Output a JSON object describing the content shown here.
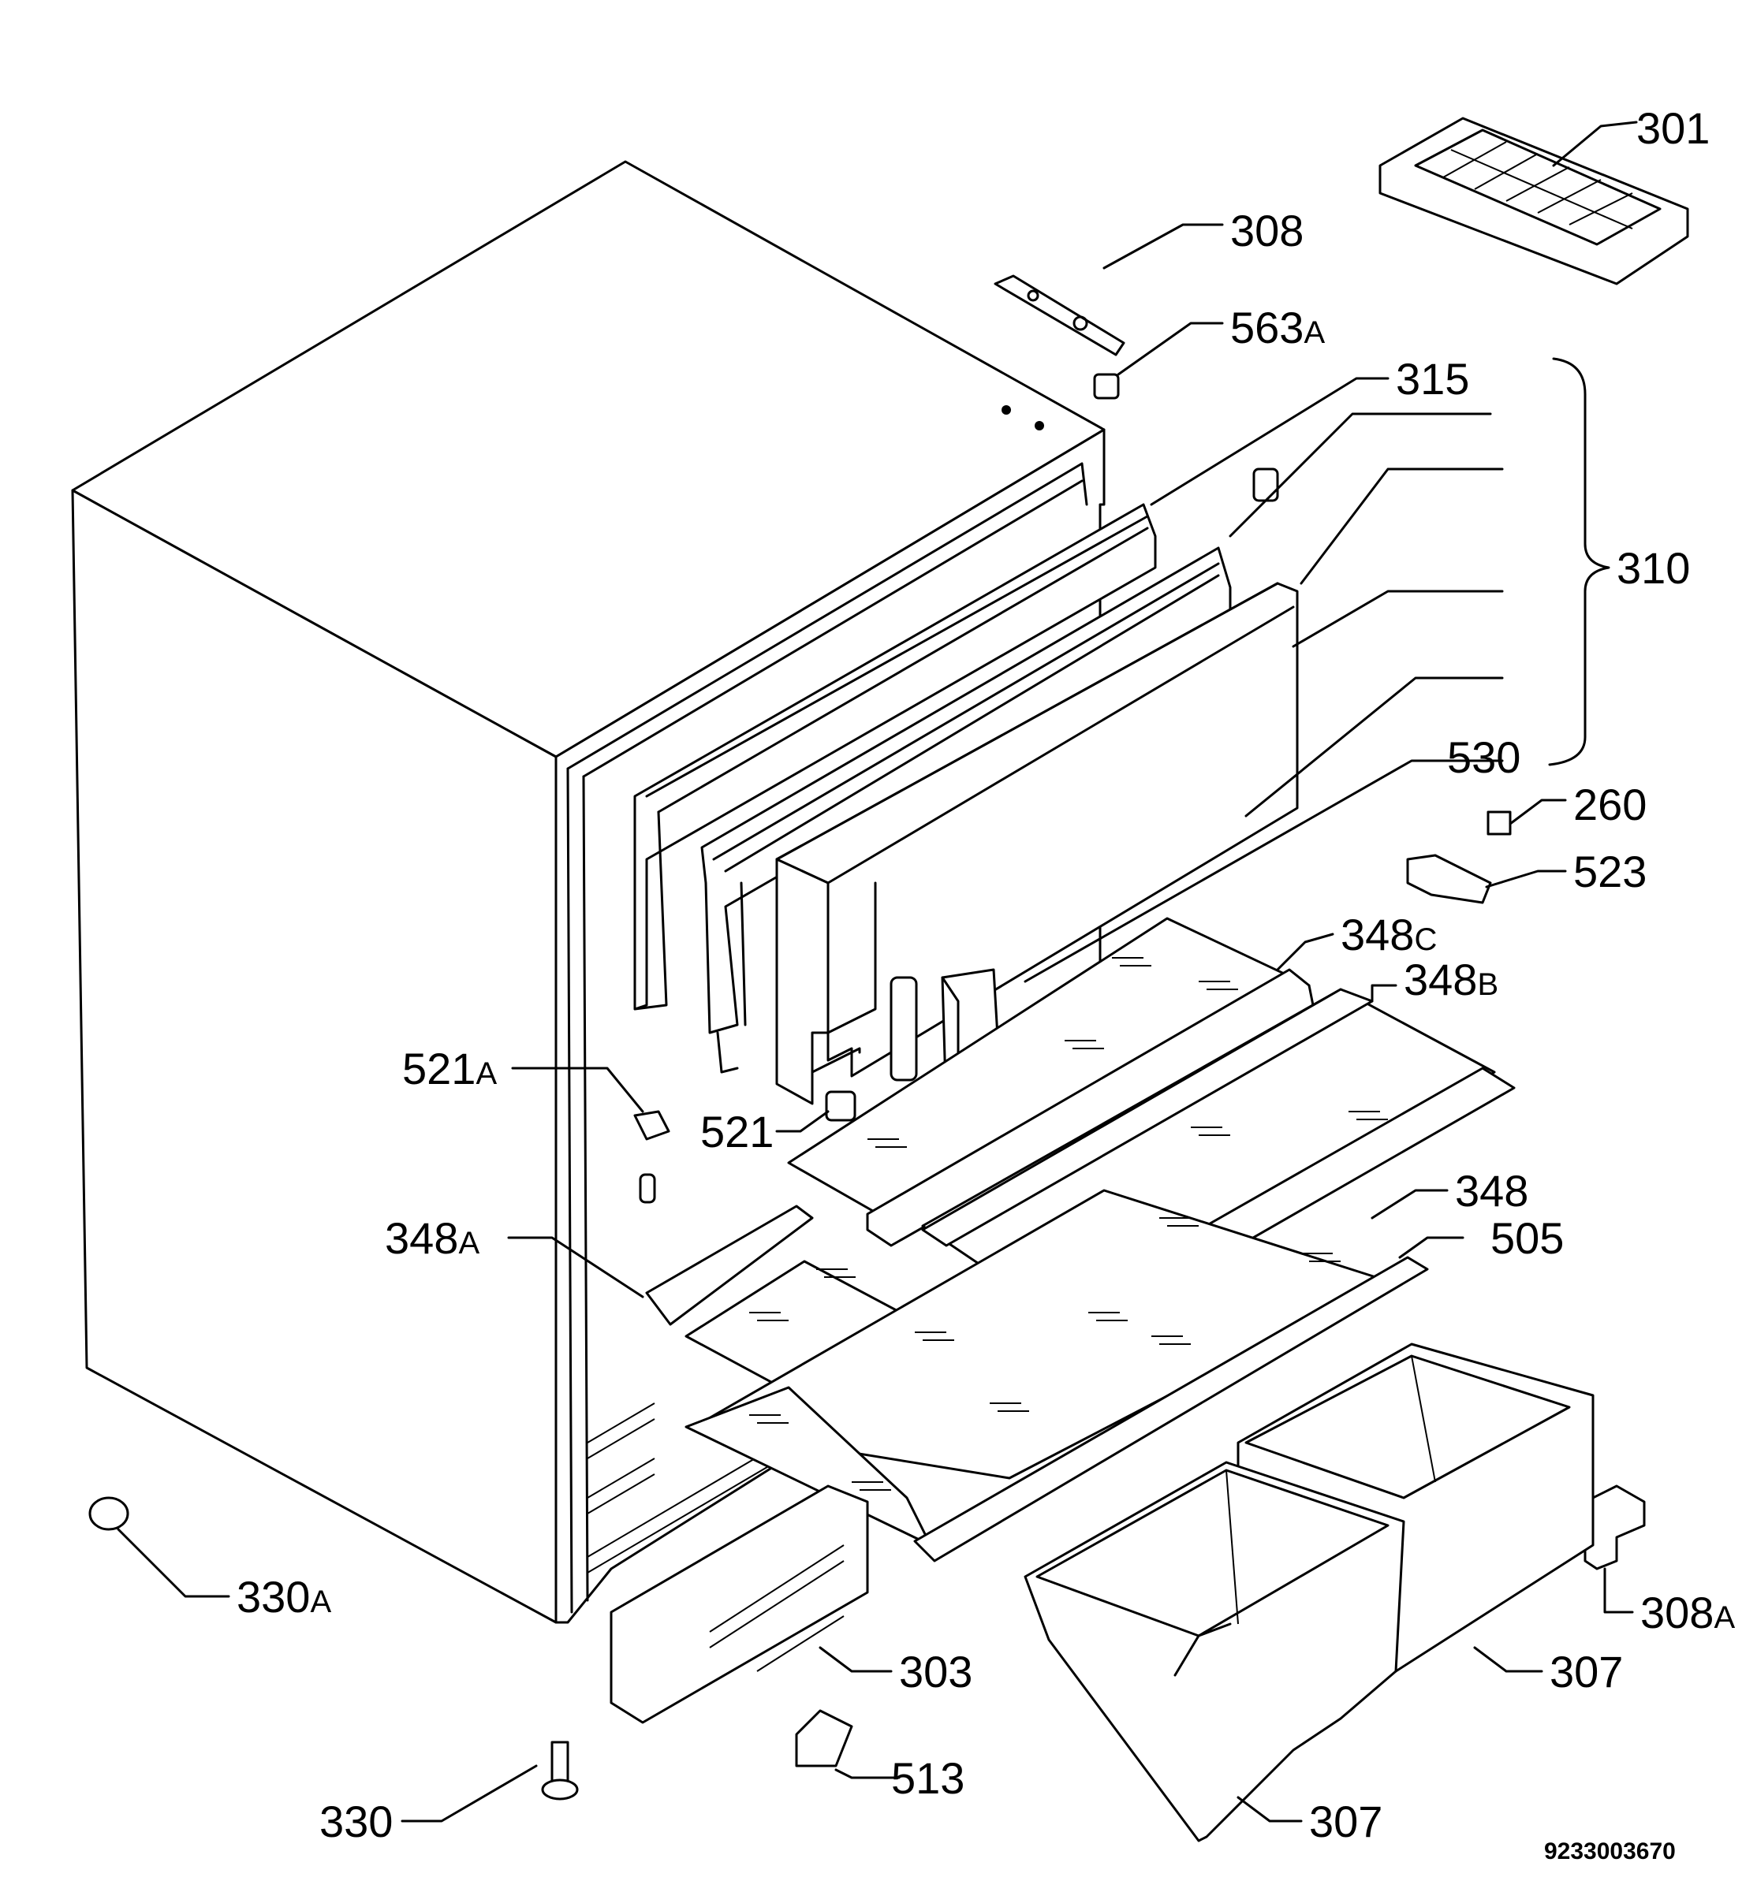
{
  "document_id": "9233003670",
  "callouts": [
    {
      "id": "c301",
      "num": "301",
      "suffix": ""
    },
    {
      "id": "c308",
      "num": "308",
      "suffix": ""
    },
    {
      "id": "c563a",
      "num": "563",
      "suffix": "A"
    },
    {
      "id": "c315",
      "num": "315",
      "suffix": ""
    },
    {
      "id": "c310",
      "num": "310",
      "suffix": ""
    },
    {
      "id": "c530",
      "num": "530",
      "suffix": ""
    },
    {
      "id": "c260",
      "num": "260",
      "suffix": ""
    },
    {
      "id": "c523",
      "num": "523",
      "suffix": ""
    },
    {
      "id": "c348c",
      "num": "348",
      "suffix": "C"
    },
    {
      "id": "c348b",
      "num": "348",
      "suffix": "B"
    },
    {
      "id": "c521a",
      "num": "521",
      "suffix": "A"
    },
    {
      "id": "c521",
      "num": "521",
      "suffix": ""
    },
    {
      "id": "c348",
      "num": "348",
      "suffix": ""
    },
    {
      "id": "c505",
      "num": "505",
      "suffix": ""
    },
    {
      "id": "c348a",
      "num": "348",
      "suffix": "A"
    },
    {
      "id": "c330a",
      "num": "330",
      "suffix": "A"
    },
    {
      "id": "c303",
      "num": "303",
      "suffix": ""
    },
    {
      "id": "c308a",
      "num": "308",
      "suffix": "A"
    },
    {
      "id": "c307a",
      "num": "307",
      "suffix": ""
    },
    {
      "id": "c513",
      "num": "513",
      "suffix": ""
    },
    {
      "id": "c330",
      "num": "330",
      "suffix": ""
    },
    {
      "id": "c307b",
      "num": "307",
      "suffix": ""
    }
  ]
}
